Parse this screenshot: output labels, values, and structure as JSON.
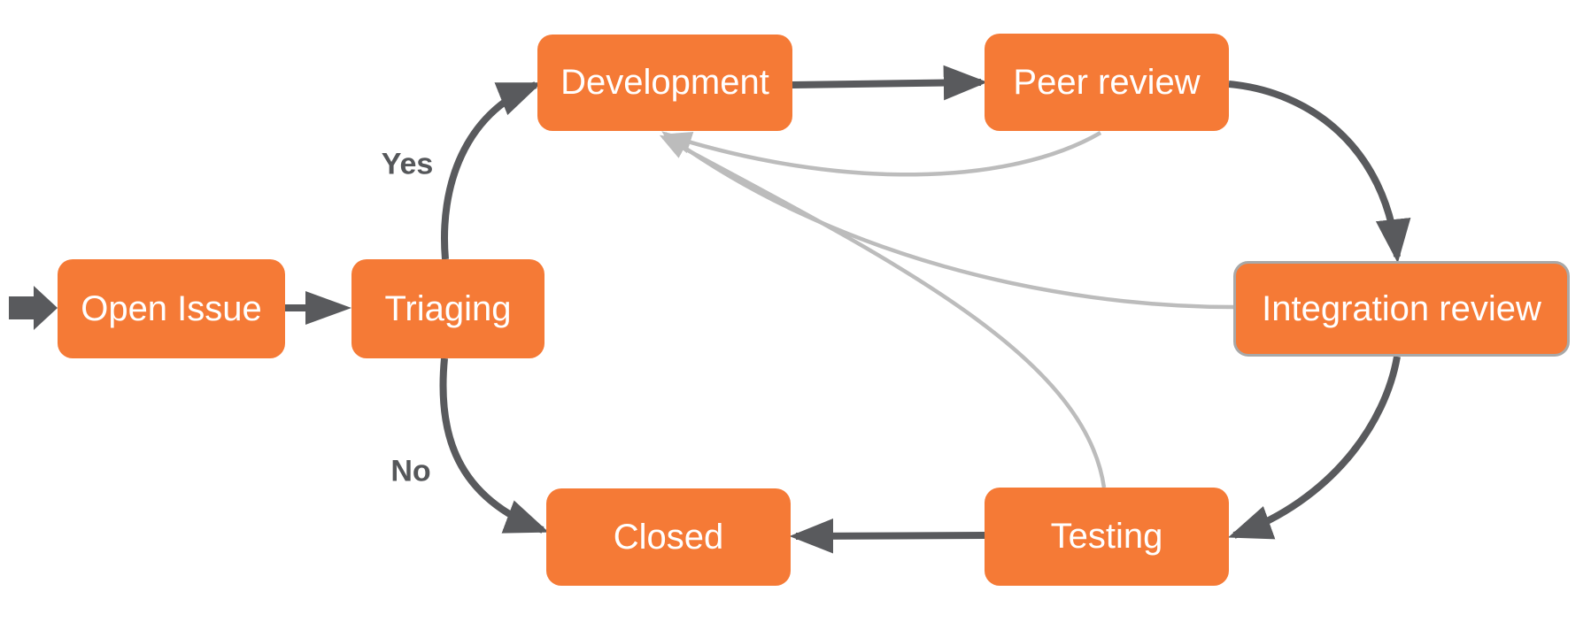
{
  "diagram": {
    "nodes": [
      {
        "id": "open-issue",
        "label": "Open Issue"
      },
      {
        "id": "triaging",
        "label": "Triaging"
      },
      {
        "id": "development",
        "label": "Development"
      },
      {
        "id": "peer-review",
        "label": "Peer review"
      },
      {
        "id": "integration-review",
        "label": "Integration review",
        "bordered": true
      },
      {
        "id": "testing",
        "label": "Testing"
      },
      {
        "id": "closed",
        "label": "Closed"
      }
    ],
    "edge_labels": {
      "yes": "Yes",
      "no": "No"
    },
    "edges": [
      {
        "from": "start",
        "to": "open-issue",
        "style": "dark-thick"
      },
      {
        "from": "open-issue",
        "to": "triaging",
        "style": "dark"
      },
      {
        "from": "triaging",
        "to": "development",
        "style": "dark",
        "label": "Yes"
      },
      {
        "from": "triaging",
        "to": "closed",
        "style": "dark",
        "label": "No"
      },
      {
        "from": "development",
        "to": "peer-review",
        "style": "dark"
      },
      {
        "from": "peer-review",
        "to": "integration-review",
        "style": "dark"
      },
      {
        "from": "integration-review",
        "to": "testing",
        "style": "dark"
      },
      {
        "from": "testing",
        "to": "closed",
        "style": "dark"
      },
      {
        "from": "peer-review",
        "to": "development",
        "style": "light-feedback"
      },
      {
        "from": "integration-review",
        "to": "development",
        "style": "light-feedback"
      },
      {
        "from": "testing",
        "to": "development",
        "style": "light-feedback"
      }
    ],
    "colors": {
      "node_fill": "#f57a36",
      "node_text": "#ffffff",
      "arrow_dark": "#595a5d",
      "arrow_light": "#bcbcbc",
      "label_text": "#55575a",
      "bordered_node_border": "#a8a8a8"
    }
  }
}
